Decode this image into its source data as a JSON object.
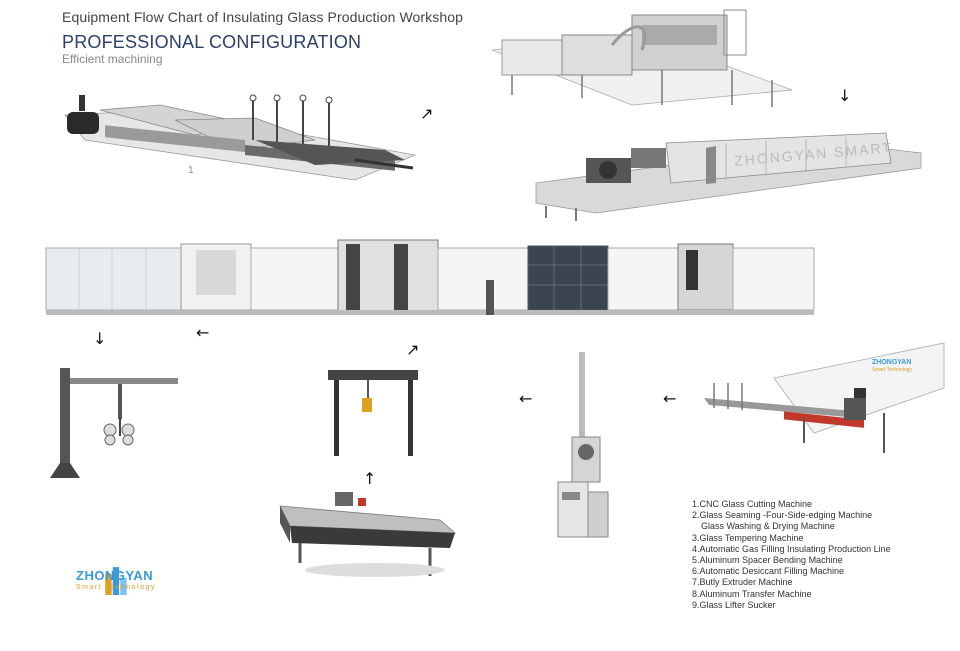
{
  "header": {
    "title": "Equipment Flow Chart of Insulating Glass Production Workshop",
    "subtitle": "PROFESSIONAL CONFIGURATION",
    "tagline": "Efficient machining"
  },
  "step_label": "1",
  "arrows": {
    "up_right": "↗",
    "down": "↓",
    "left": "←",
    "up": "↑"
  },
  "watermark": "ZHONGYAN SMART",
  "screen_logo": {
    "name": "ZHONGYAN",
    "tag": "Smart Technology"
  },
  "legend": [
    "1.CNC Glass Cutting Machine",
    "2.Glass Seaming -Four-Side-edging Machine",
    "Glass Washing & Drying Machine",
    "3.Glass Tempering Machine",
    "4.Automatic Gas Filling Insulating Production Line",
    "5.Aluminum Spacer Bending Machine",
    "6.Automatic Desiccant Filling Machine",
    "7.Butly Extruder Machine",
    "8.Aluminum Transfer Machine",
    "9.Glass Lifter Sucker"
  ],
  "logo": {
    "name": "ZHONGYAN",
    "tag": "Smart Technology"
  },
  "colors": {
    "title": "#444444",
    "subtitle": "#2b3f6b",
    "logo_blue": "#3a9ad9",
    "logo_orange": "#e0a020",
    "machine_gray": "#cfcfcf",
    "machine_dark": "#555555",
    "accent_red": "#c0392b"
  }
}
